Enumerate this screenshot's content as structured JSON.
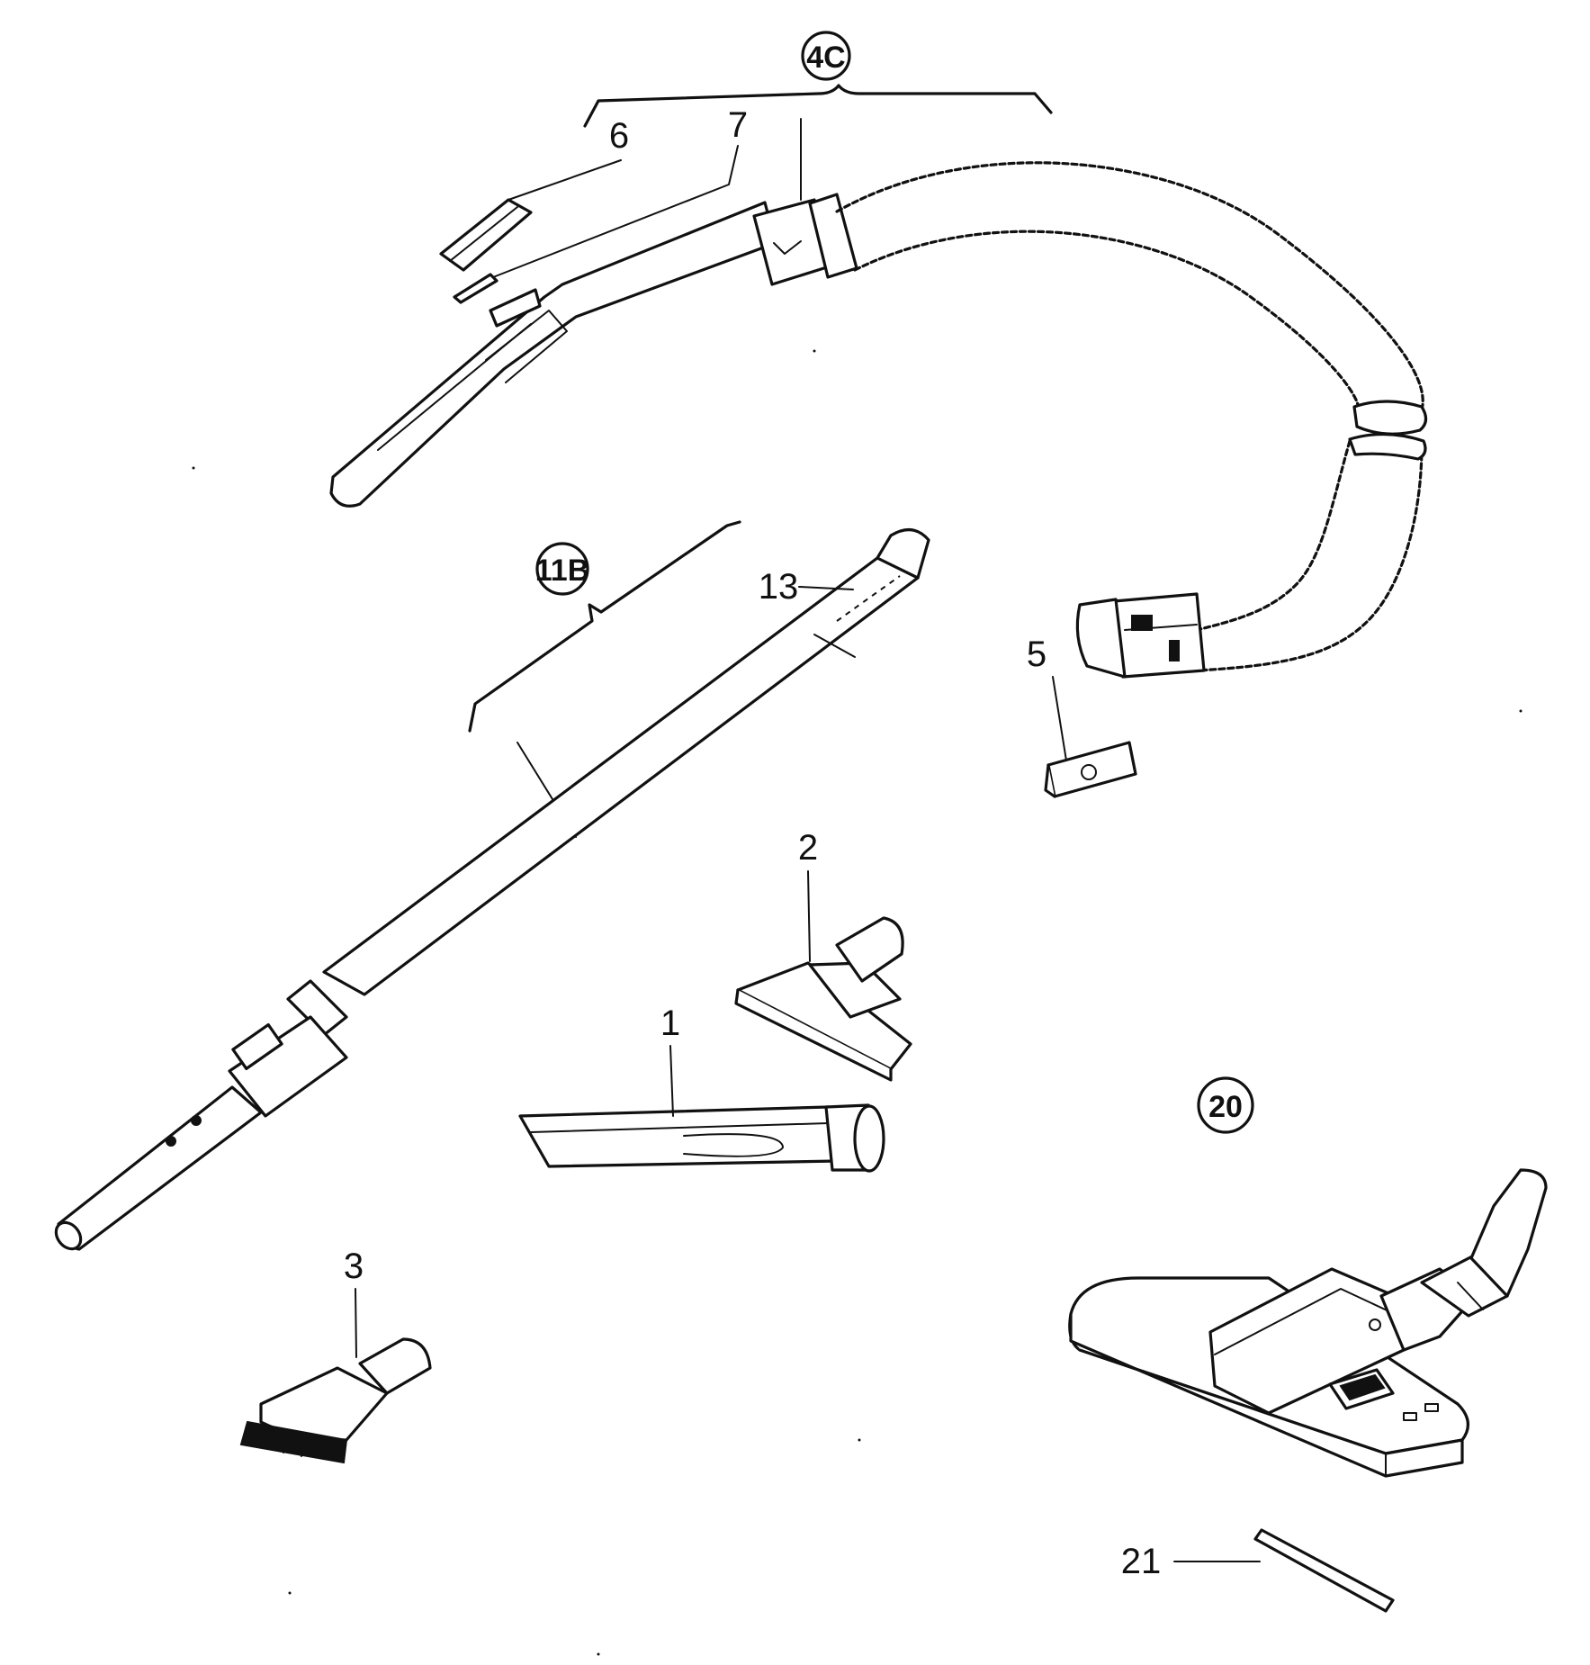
{
  "callouts": {
    "c4c": "4C",
    "c11b": "11B",
    "c20": "20"
  },
  "labels": {
    "l1": "1",
    "l2": "2",
    "l3": "3",
    "l5": "5",
    "l6": "6",
    "l7": "7",
    "l13": "13",
    "l21": "21"
  },
  "colors": {
    "ink": "#111111",
    "paper": "#ffffff"
  }
}
